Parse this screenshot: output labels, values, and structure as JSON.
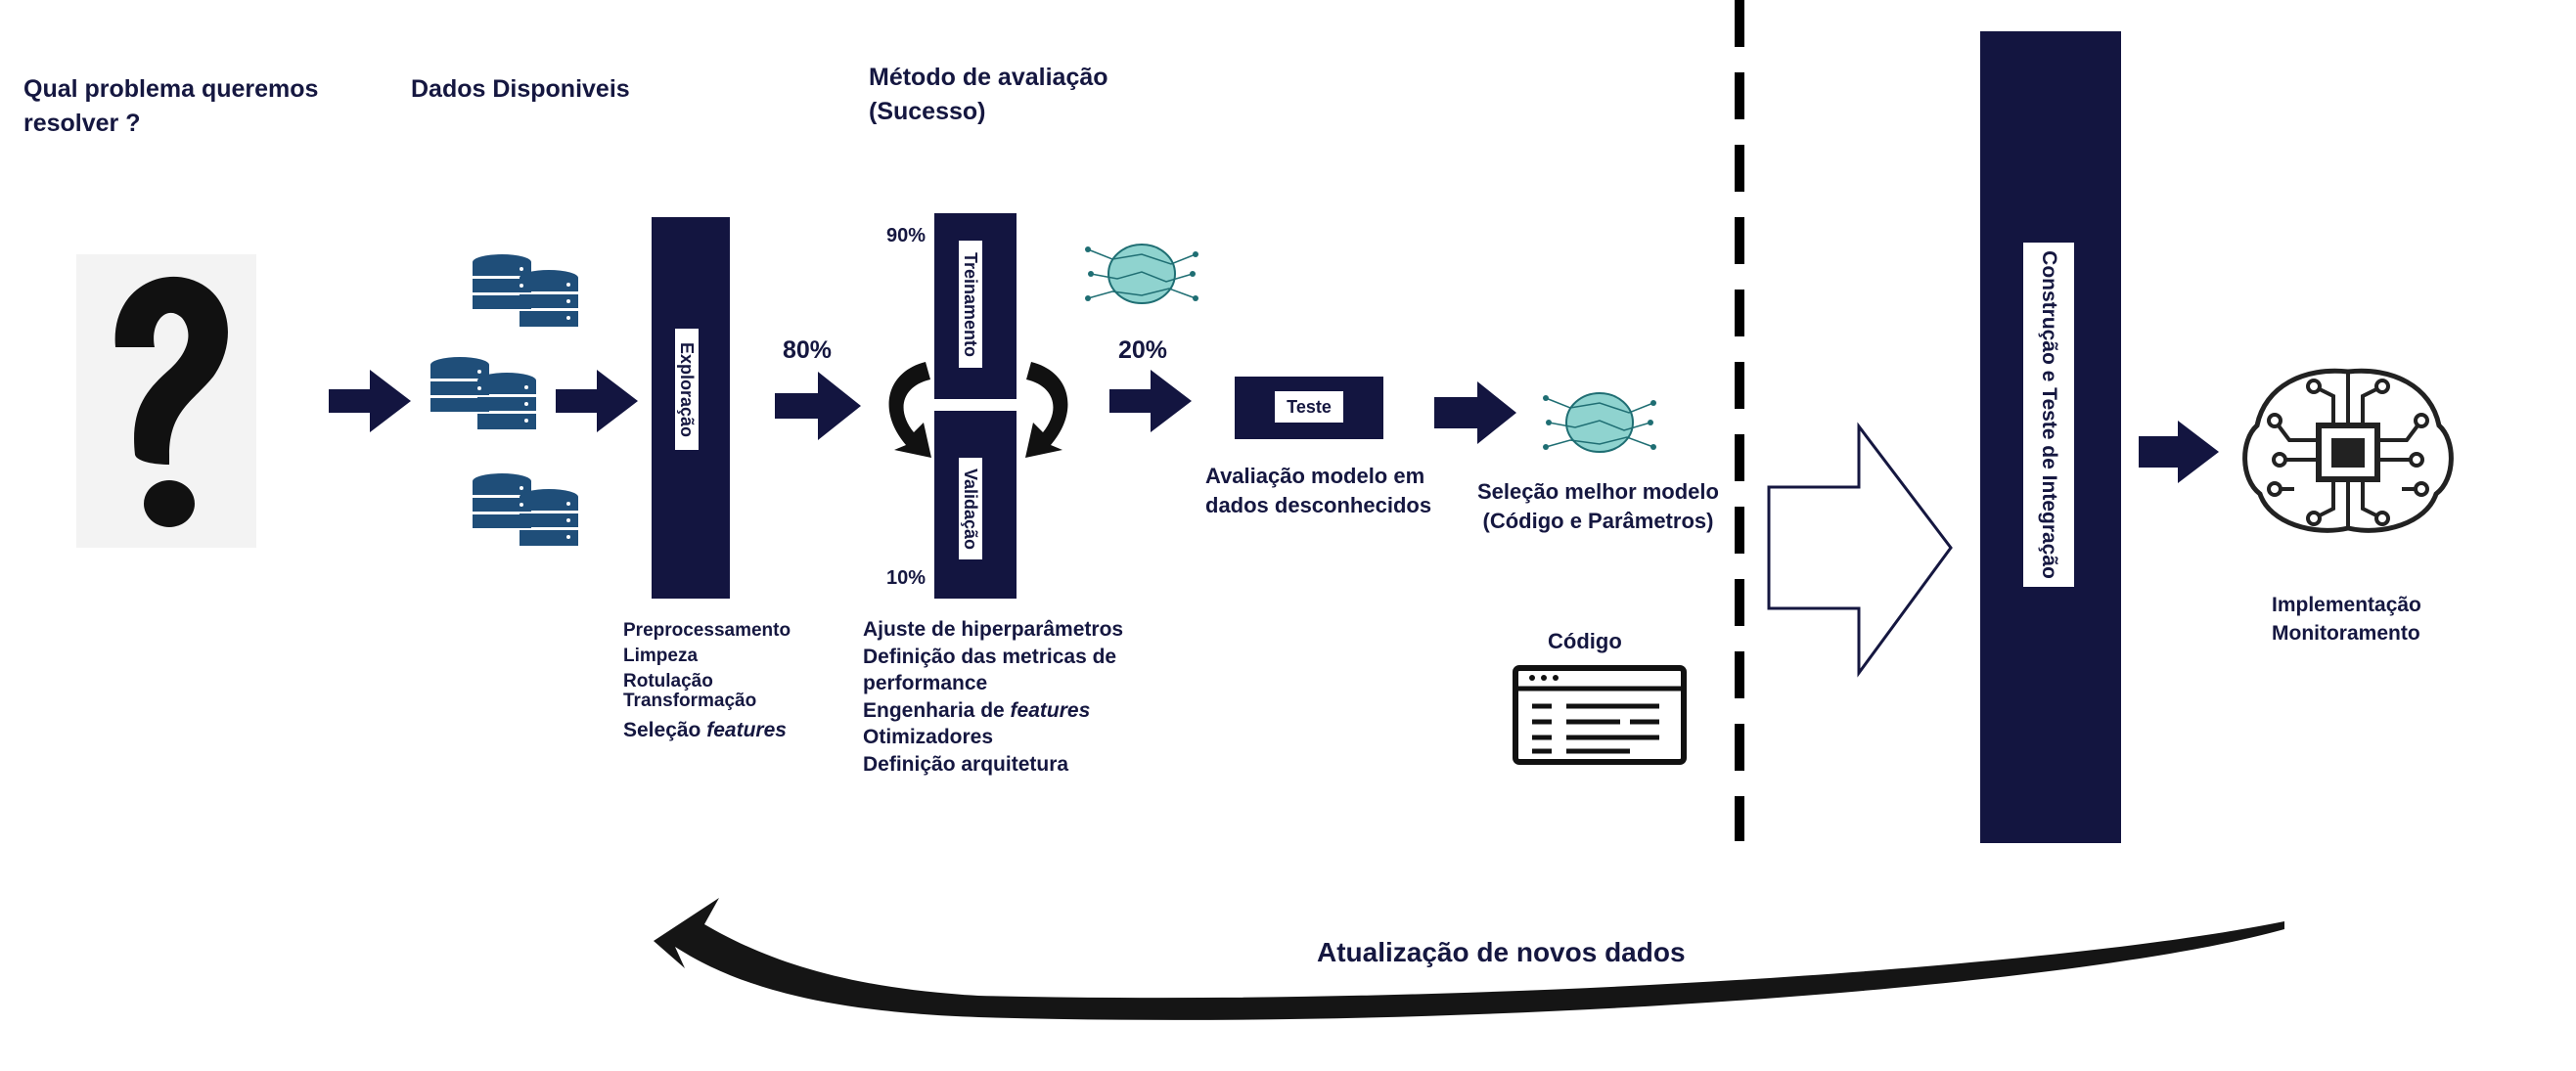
{
  "headings": {
    "problem": [
      "Qual problema queremos",
      "resolver ?"
    ],
    "data": "Dados Disponiveis",
    "method": [
      "Método de avaliação",
      "(Sucesso)"
    ]
  },
  "blocks": {
    "exploracao": "Exploração",
    "treinamento": "Treinamento",
    "validacao": "Validação",
    "teste": "Teste",
    "construcao": "Construção e Teste de Integração"
  },
  "split": {
    "explore_pct": "80%",
    "train_pct": "90%",
    "val_pct": "10%",
    "test_pct": "20%"
  },
  "preprocessing_list": [
    "Preprocessamento",
    "Limpeza",
    "Rotulação",
    "Transformação",
    "Seleção ",
    "features"
  ],
  "tuning_list": [
    "Ajuste de hiperparâmetros",
    "Definição das metricas de",
    "performance",
    "Engenharia de ",
    "features",
    "Otimizadores",
    "Definição arquitetura"
  ],
  "test_caption": [
    "Avaliação modelo em",
    "dados desconhecidos"
  ],
  "selection_caption": [
    "Seleção melhor modelo",
    "(Código e Parâmetros)"
  ],
  "code_label": "Código",
  "deploy_caption": [
    "Implementação",
    "Monitoramento"
  ],
  "feedback_label": "Atualização de novos dados",
  "icons": [
    "question-mark-icon",
    "database-icon",
    "neural-network-icon",
    "code-window-icon",
    "ai-brain-chip-icon",
    "refresh-cycle-icon"
  ],
  "colors": {
    "navy": "#131540",
    "teal": "#8fd3cf"
  }
}
